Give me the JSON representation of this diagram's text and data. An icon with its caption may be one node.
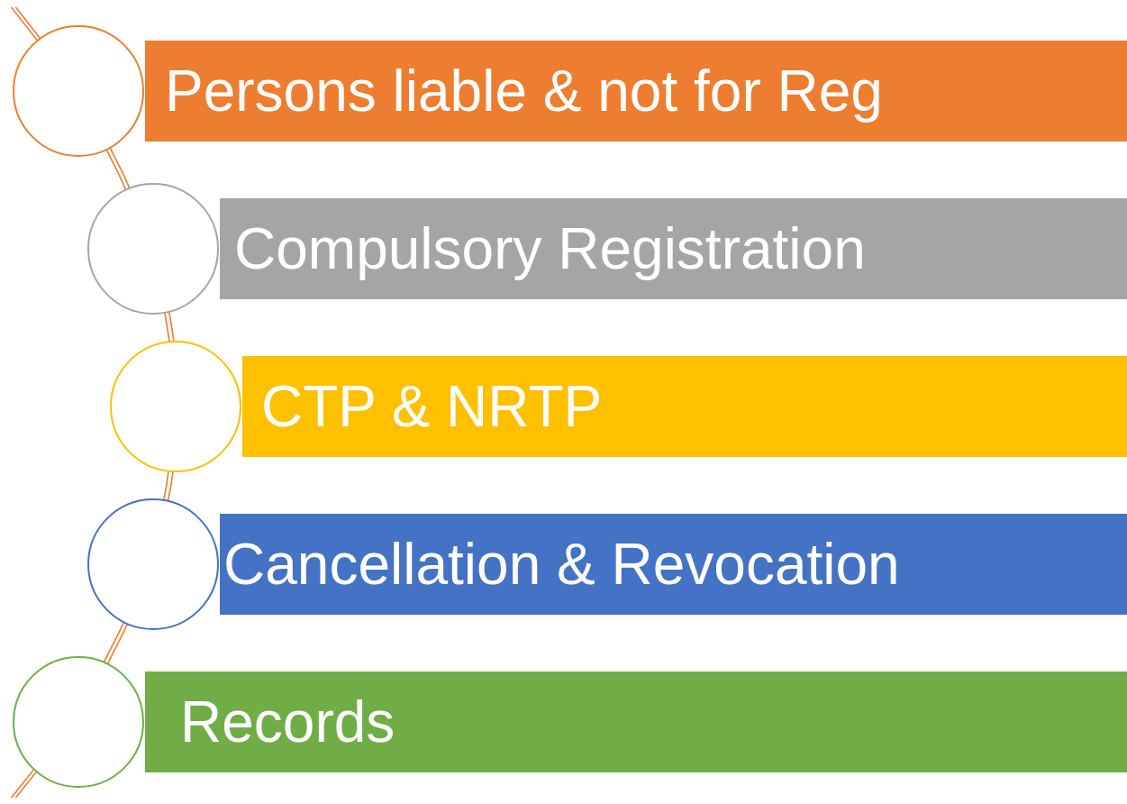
{
  "diagram": {
    "nodes": [
      {
        "text": [],
        "shape": "circle"
      },
      {
        "text": [
          "Persons liable & not for Reg"
        ]
      },
      {
        "text": [],
        "shape": "circle"
      },
      {
        "text": [
          "Compulsory Registration"
        ]
      },
      {
        "text": [],
        "shape": "circle"
      },
      {
        "text": [
          "CTP & NRTP"
        ]
      },
      {
        "text": [],
        "shape": "circle"
      },
      {
        "text": [
          "Cancellation & Revocation"
        ]
      },
      {
        "text": [],
        "shape": "circle"
      },
      {
        "text": [
          "Records"
        ]
      }
    ]
  }
}
